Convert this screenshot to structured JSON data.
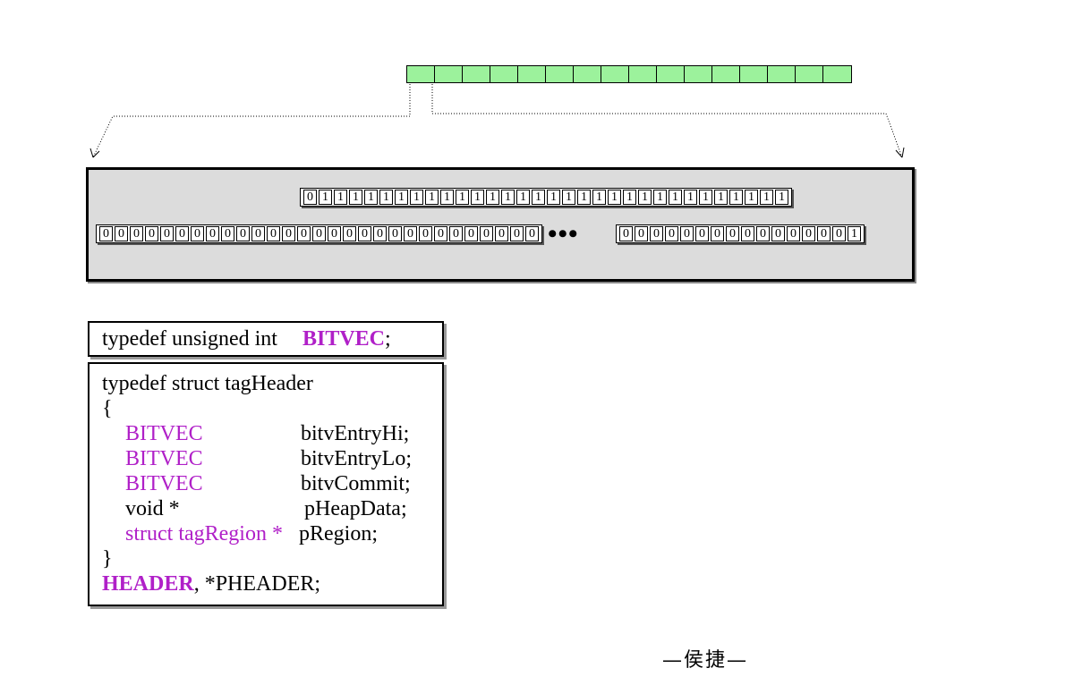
{
  "green_strip": {
    "cell_count": 16,
    "color": "#9cf29c"
  },
  "header_panel": {
    "bitv_entry_hi": [
      "0",
      "1",
      "1",
      "1",
      "1",
      "1",
      "1",
      "1",
      "1",
      "1",
      "1",
      "1",
      "1",
      "1",
      "1",
      "1",
      "1",
      "1",
      "1",
      "1",
      "1",
      "1",
      "1",
      "1",
      "1",
      "1",
      "1",
      "1",
      "1",
      "1",
      "1",
      "1"
    ],
    "bitv_entry_lo_left": [
      "0",
      "0",
      "0",
      "0",
      "0",
      "0",
      "0",
      "0",
      "0",
      "0",
      "0",
      "0",
      "0",
      "0",
      "0",
      "0",
      "0",
      "0",
      "0",
      "0",
      "0",
      "0",
      "0",
      "0",
      "0",
      "0",
      "0",
      "0",
      "0"
    ],
    "ellipsis": "•••",
    "bitv_entry_lo_right": [
      "0",
      "0",
      "0",
      "0",
      "0",
      "0",
      "0",
      "0",
      "0",
      "0",
      "0",
      "0",
      "0",
      "0",
      "0",
      "1"
    ]
  },
  "typedef_box": {
    "prefix": "typedef unsigned int",
    "type_name": "BITVEC",
    "suffix": ";"
  },
  "struct_box": {
    "line1": "typedef struct tagHeader",
    "open_brace": "{",
    "fields": [
      {
        "type": "BITVEC",
        "name": "bitvEntryHi;"
      },
      {
        "type": "BITVEC",
        "name": "bitvEntryLo;"
      },
      {
        "type": "BITVEC",
        "name": "bitvCommit;"
      },
      {
        "type": "void *",
        "name": "pHeapData;"
      },
      {
        "type": "struct tagRegion *",
        "name": "pRegion;"
      }
    ],
    "close_brace": "}",
    "name_bold": "HEADER",
    "name_rest": ", *PHEADER;"
  },
  "footer": "—侯捷—",
  "colors": {
    "keyword": "#b020c8",
    "panel": "#dcdcdc",
    "cell": "#9cf29c"
  }
}
